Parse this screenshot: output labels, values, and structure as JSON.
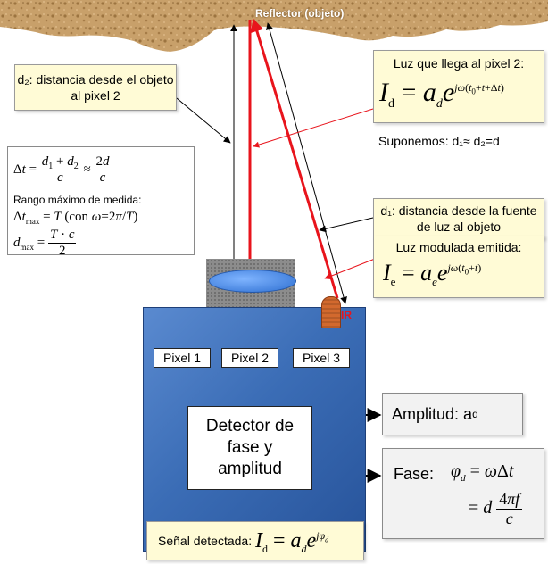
{
  "reflector": {
    "label": "Reflector (objeto)"
  },
  "labels": {
    "d2_desc": "d₂: distancia desde el objeto al pixel 2",
    "light_arriving_title": "Luz que llega al pixel 2:",
    "suppose": "Suponemos: d₁≈ d₂=d",
    "d1_desc": "d₁: distancia desde la fuente de luz al objeto",
    "light_emitted_title": "Luz modulada emitida:",
    "range_title": "Rango máximo de medida:",
    "ir": "IR"
  },
  "detector": {
    "pixels": [
      "Pixel 1",
      "Pixel 2",
      "Pixel 3"
    ],
    "box_label": "Detector de fase y amplitud"
  },
  "outputs": {
    "amplitude_label": "Amplitud: ",
    "amplitude_symbol": "a",
    "amplitude_sub": "d",
    "phase_label": "Fase:"
  },
  "signal": {
    "label": "Señal detectada: "
  },
  "colors": {
    "red": "#e8141c",
    "box_blue": "#3f70b8",
    "cork": "#c49a62",
    "yellow_bg": "#fffbd6",
    "ir_orange": "#d2692e"
  }
}
